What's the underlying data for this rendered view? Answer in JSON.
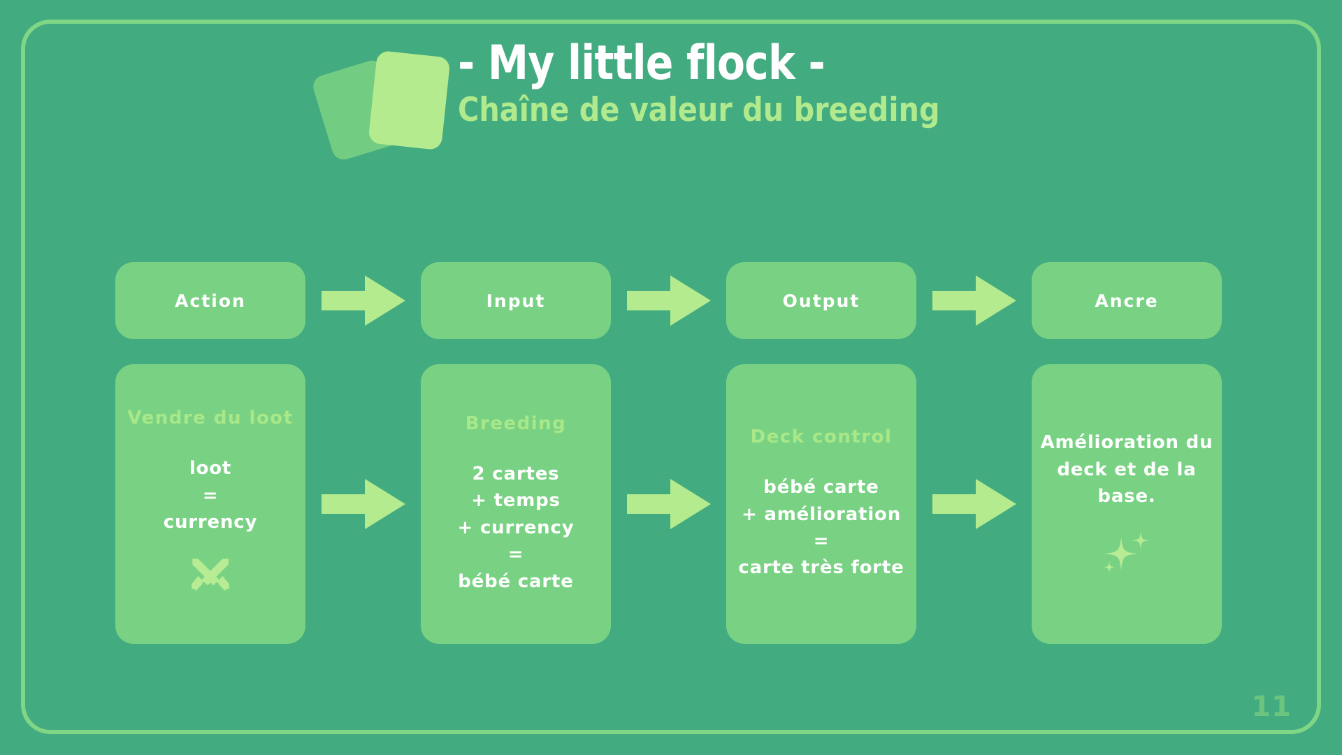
{
  "slide": {
    "background_color": "#43ab80",
    "frame_color": "#7fd685",
    "page_number": "11"
  },
  "header": {
    "title": "- My little flock -",
    "subtitle": "Chaîne de valeur du breeding",
    "title_color": "#ffffff",
    "subtitle_color": "#b0ea8d",
    "logo": {
      "name": "stacked-cards-logo",
      "back_card_color": "#72cc82",
      "front_card_color": "#b4eb8e"
    }
  },
  "flow": {
    "arrow_color": "#b4eb8e",
    "box_color": "#79d283",
    "columns": [
      {
        "head": "Action",
        "body_title": "Vendre du loot",
        "body_lines": [
          "loot",
          "=",
          "currency"
        ],
        "icon": "crossed-swords-icon"
      },
      {
        "head": "Input",
        "body_title": "Breeding",
        "body_lines": [
          "2 cartes",
          "+ temps",
          "+ currency",
          "=",
          "bébé carte"
        ],
        "icon": ""
      },
      {
        "head": "Output",
        "body_title": "Deck control",
        "body_lines": [
          "bébé carte",
          "+ amélioration",
          "=",
          "carte très forte"
        ],
        "icon": ""
      },
      {
        "head": "Ancre",
        "body_title": "",
        "body_lines": [
          "Amélioration du",
          "deck et de la",
          "base."
        ],
        "icon": "sparkles-icon"
      }
    ]
  }
}
